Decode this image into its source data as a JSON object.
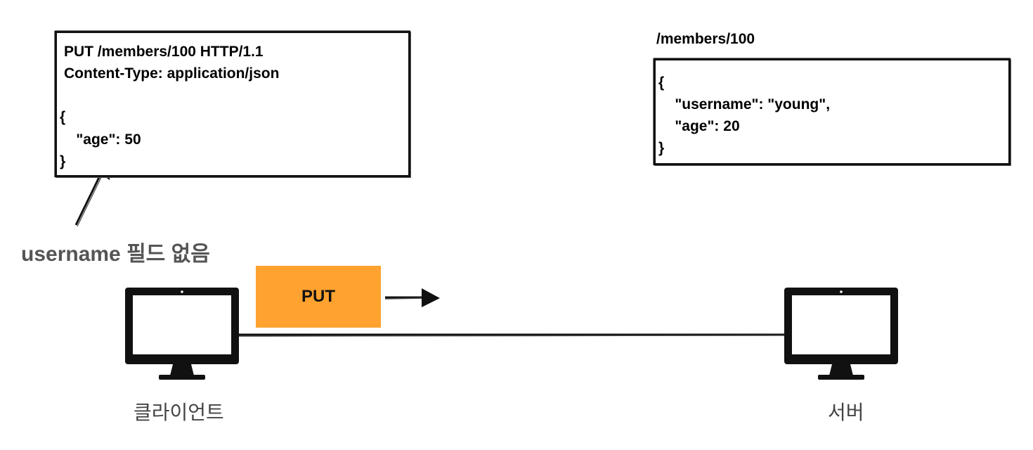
{
  "request": {
    "lines": [
      "PUT /members/100 HTTP/1.1",
      "Content-Type: application/json",
      "",
      "{",
      "    \"age\": 50",
      "}"
    ]
  },
  "resource": {
    "path": "/members/100",
    "lines": [
      "{",
      "    \"username\": \"young\",",
      "    \"age\": 20",
      "}"
    ]
  },
  "annotation": "username 필드 없음",
  "method": {
    "label": "PUT",
    "color": "#ffa22f"
  },
  "nodes": {
    "client": {
      "label": "클라이언트",
      "icon": "monitor-icon"
    },
    "server": {
      "label": "서버",
      "icon": "monitor-icon"
    }
  }
}
